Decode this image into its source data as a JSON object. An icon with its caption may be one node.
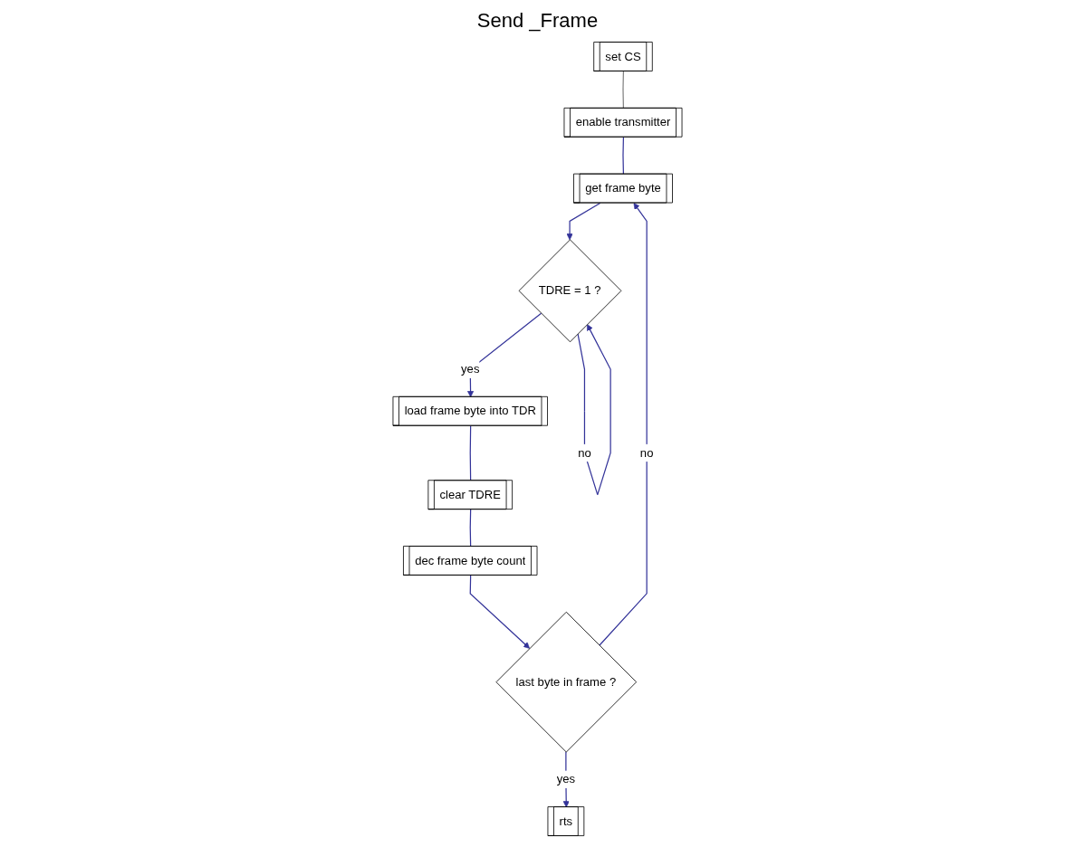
{
  "diagram": {
    "title": "Send _Frame",
    "nodes": [
      {
        "text": [
          "set CS"
        ]
      },
      {
        "text": [
          "enable transmitter"
        ]
      },
      {
        "text": [
          "get frame byte"
        ]
      },
      {
        "text": [
          "TDRE = 1 ?"
        ]
      },
      {
        "text": [
          "load frame byte into TDR"
        ]
      },
      {
        "text": [
          "clear TDRE"
        ]
      },
      {
        "text": [
          "dec frame byte count"
        ]
      },
      {
        "text": [
          "last byte in frame ?"
        ]
      },
      {
        "text": [
          "rts"
        ]
      }
    ],
    "edges": [
      {
        "from": 0,
        "to": 1,
        "arrow": "none",
        "color": "#808080"
      },
      {
        "from": 1,
        "to": 2,
        "arrow": "none"
      },
      {
        "from": 2,
        "to": 3,
        "arrow": "to"
      },
      {
        "from": 3,
        "to": 4,
        "arrow": "to",
        "label": "yes"
      },
      {
        "from": 3,
        "to": 3,
        "arrow": "to",
        "label": "no"
      },
      {
        "from": 4,
        "to": 5,
        "arrow": "none"
      },
      {
        "from": 5,
        "to": 6,
        "arrow": "none"
      },
      {
        "from": 6,
        "to": 7,
        "arrow": "to"
      },
      {
        "from": 7,
        "to": 8,
        "arrow": "to",
        "label": "yes"
      },
      {
        "from": 7,
        "to": 2,
        "arrow": "to",
        "label": "no"
      }
    ]
  }
}
